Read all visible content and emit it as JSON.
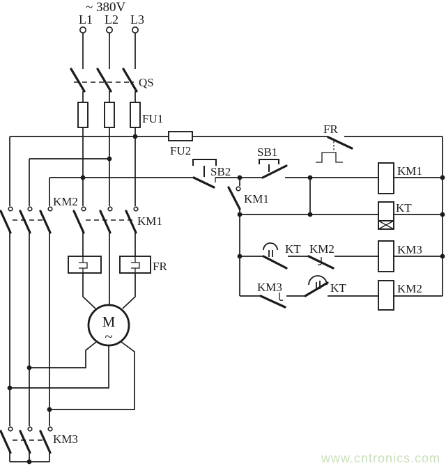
{
  "supply": {
    "label": "~ 380V",
    "phases": [
      "L1",
      "L2",
      "L3"
    ]
  },
  "power": {
    "switch": "QS",
    "fuse_main": "FU1",
    "contactor_km2": "KM2",
    "contactor_km1": "KM1",
    "contactor_km3": "KM3",
    "thermal_relay_heater": "FR",
    "motor": {
      "symbol": "M",
      "type_mark": "~"
    }
  },
  "control": {
    "fuse": "FU2",
    "thermal_contact": "FR",
    "stop_button": "SB2",
    "start_button": "SB1",
    "km1_aux_contact": "KM1",
    "kt_nc_delay_contact": "KT",
    "km2_nc_contact": "KM2",
    "km3_nc_contact": "KM3",
    "kt_no_delay_contact": "KT",
    "coils": {
      "km1": "KM1",
      "kt": "KT",
      "km3": "KM3",
      "km2": "KM2"
    }
  },
  "watermark": "www.cntronics.com",
  "colors": {
    "line": "#1b1b1b",
    "background": "#ffffff",
    "watermark": "#cbdfba"
  }
}
